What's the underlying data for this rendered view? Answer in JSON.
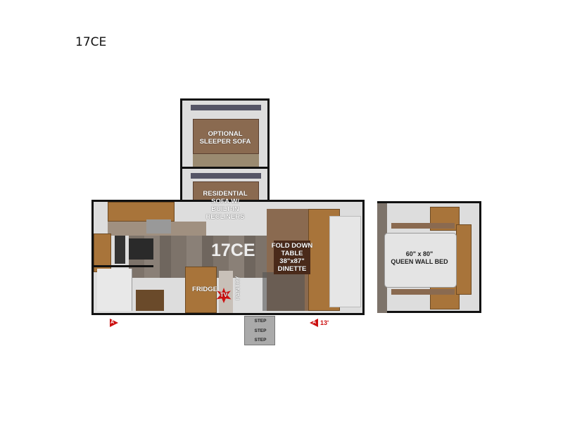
{
  "title": "17CE",
  "floorplan": {
    "model_label": "17CE",
    "optional_slide_label": "OPTIONAL SLEEPER SOFA",
    "sofa_label": [
      "RESIDENTIAL",
      "SOFA W/",
      "BUILT-IN",
      "RECLINERS"
    ],
    "dinette_label": [
      "FOLD DOWN",
      "TABLE",
      "38\"x87\"",
      "DINETTE"
    ],
    "fridge_label": "FRIDGE",
    "tv_label": "TV",
    "pantry_label": "PANTRY",
    "bed_label": [
      "60\" x 80\"",
      "QUEEN WALL BED"
    ],
    "steps": [
      "STEP",
      "STEP",
      "STEP"
    ],
    "markers": [
      {
        "letter": "A",
        "text": ""
      },
      {
        "letter": "A",
        "text": "13'"
      }
    ],
    "colors": {
      "wall": "#111111",
      "wood": "#a8743a",
      "fabric": "#8a6a50",
      "accent_red": "#cc1111"
    }
  }
}
